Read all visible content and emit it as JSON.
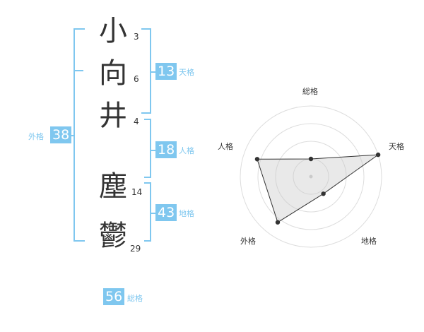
{
  "name": {
    "chars": [
      {
        "char": "小",
        "strokes": "3"
      },
      {
        "char": "向",
        "strokes": "6"
      },
      {
        "char": "井",
        "strokes": "4"
      },
      {
        "char": "塵",
        "strokes": "14"
      },
      {
        "char": "鬱",
        "strokes": "29"
      }
    ]
  },
  "kakusu": {
    "tenkaku": {
      "value": "13",
      "label": "天格"
    },
    "jinkaku": {
      "value": "18",
      "label": "人格"
    },
    "chikaku": {
      "value": "43",
      "label": "地格"
    },
    "gaikaku": {
      "value": "38",
      "label": "外格"
    },
    "soukaku": {
      "value": "56",
      "label": "総格"
    }
  },
  "colors": {
    "accent": "#7fc7ef",
    "text": "#333333"
  },
  "chart_data": {
    "type": "radar",
    "axes": [
      "総格",
      "天格",
      "地格",
      "外格",
      "人格"
    ],
    "values": [
      0.25,
      1.0,
      0.3,
      0.8,
      0.8
    ],
    "rings": 4
  }
}
